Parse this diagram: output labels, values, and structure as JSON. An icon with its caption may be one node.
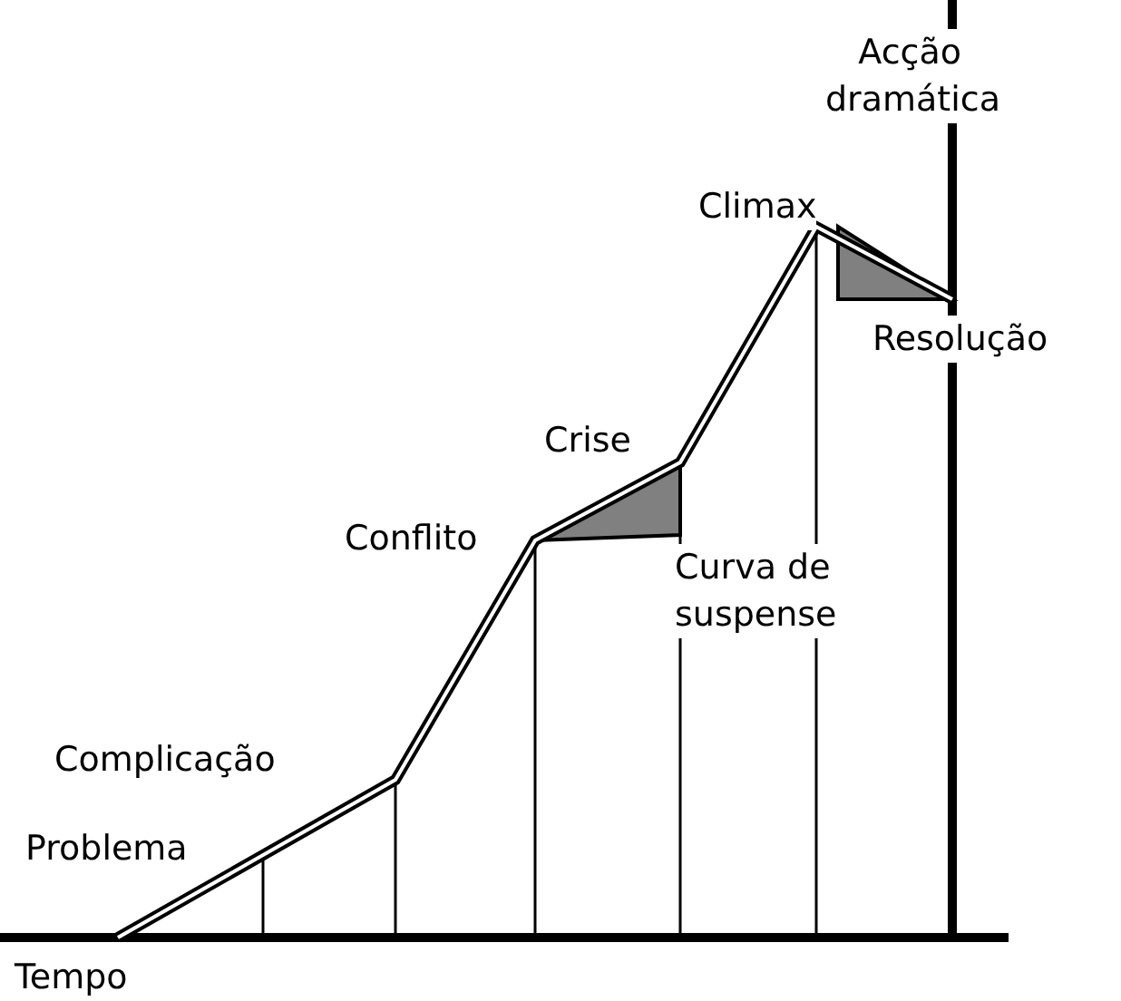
{
  "diagram": {
    "labels": [
      "Acção dramática",
      "Climax",
      "Resolução",
      "Crise",
      "Conflito",
      "Curva de suspense",
      "Complicação",
      "Problema",
      "Tempo"
    ]
  }
}
